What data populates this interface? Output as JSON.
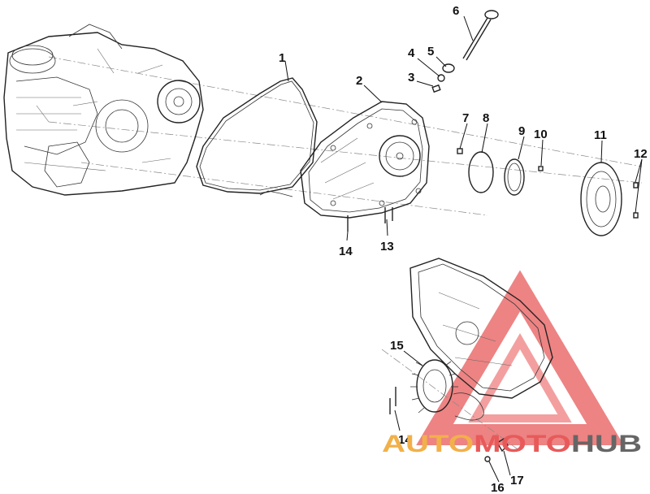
{
  "diagram": {
    "callouts": [
      {
        "id": "c1",
        "label": "1"
      },
      {
        "id": "c2",
        "label": "2"
      },
      {
        "id": "c3",
        "label": "3"
      },
      {
        "id": "c4",
        "label": "4"
      },
      {
        "id": "c5",
        "label": "5"
      },
      {
        "id": "c6",
        "label": "6"
      },
      {
        "id": "c7",
        "label": "7"
      },
      {
        "id": "c8",
        "label": "8"
      },
      {
        "id": "c9",
        "label": "9"
      },
      {
        "id": "c10",
        "label": "10"
      },
      {
        "id": "c11",
        "label": "11"
      },
      {
        "id": "c12",
        "label": "12"
      },
      {
        "id": "c13",
        "label": "13"
      },
      {
        "id": "c14a",
        "label": "14"
      },
      {
        "id": "c14b",
        "label": "14"
      },
      {
        "id": "c15",
        "label": "15"
      },
      {
        "id": "c16",
        "label": "16"
      },
      {
        "id": "c17",
        "label": "17"
      }
    ]
  },
  "watermark": {
    "part1": "AUTO",
    "part2": "MOTO",
    "part3": "HUB",
    "colors": {
      "triangle": "#e85a5a",
      "auto": "#f2b04a",
      "moto": "#e85a5a",
      "hub": "#666666"
    }
  }
}
